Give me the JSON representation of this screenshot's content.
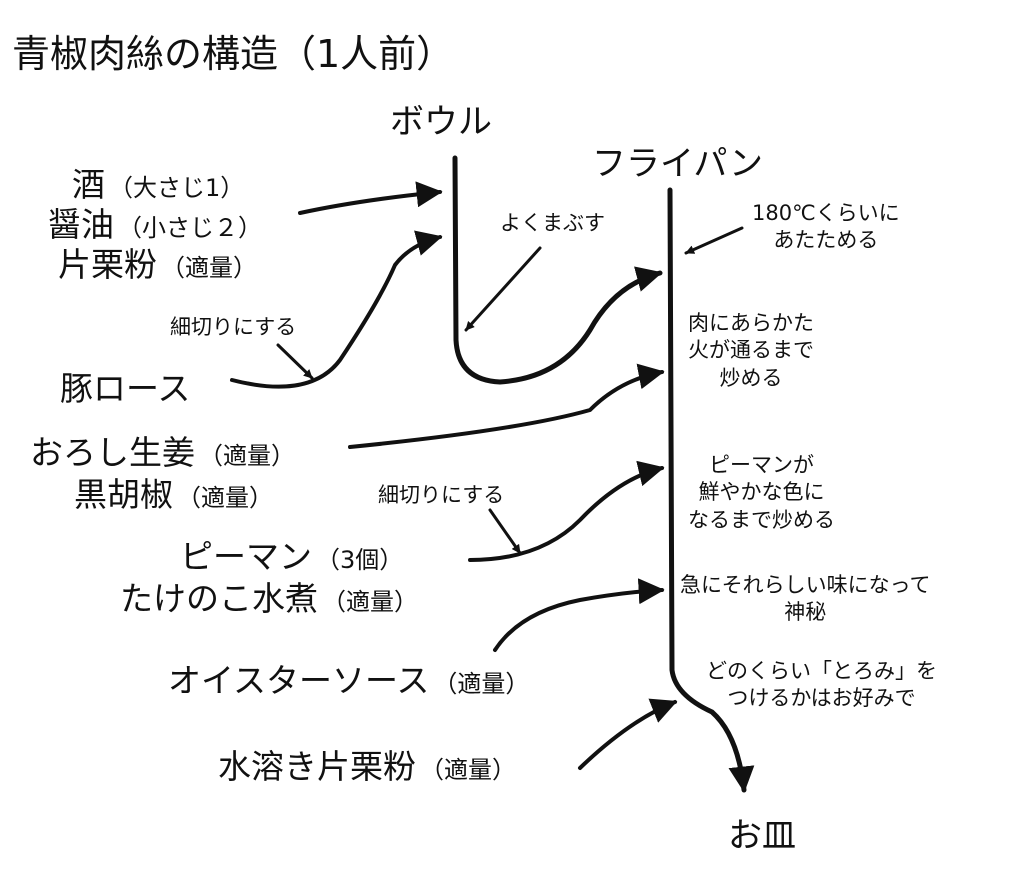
{
  "title": "青椒肉絲の構造（1人前）",
  "containers": {
    "bowl": "ボウル",
    "pan": "フライパン",
    "plate": "お皿"
  },
  "ingredients": [
    {
      "name": "酒",
      "amount": "（大さじ1）"
    },
    {
      "name": "醤油",
      "amount": "（小さじ２）"
    },
    {
      "name": "片栗粉",
      "amount": "（適量）"
    },
    {
      "name": "豚ロース",
      "amount": ""
    },
    {
      "name": "おろし生姜",
      "amount": "（適量）"
    },
    {
      "name": "黒胡椒",
      "amount": "（適量）"
    },
    {
      "name": "ピーマン",
      "amount": "（3個）"
    },
    {
      "name": "たけのこ水煮",
      "amount": "（適量）"
    },
    {
      "name": "オイスターソース",
      "amount": "（適量）"
    },
    {
      "name": "水溶き片栗粉",
      "amount": "（適量）"
    }
  ],
  "notes": {
    "cut_pork": "細切りにする",
    "cut_pepper": "細切りにする",
    "coat": "よくまぶす"
  },
  "steps": [
    "180℃くらいに\nあたためる",
    "肉にあらかた\n火が通るまで\n炒める",
    "ピーマンが\n鮮やかな色に\nなるまで炒める",
    "急にそれらしい味になって\n神秘",
    "どのくらい「とろみ」を\nつけるかはお好みで"
  ]
}
